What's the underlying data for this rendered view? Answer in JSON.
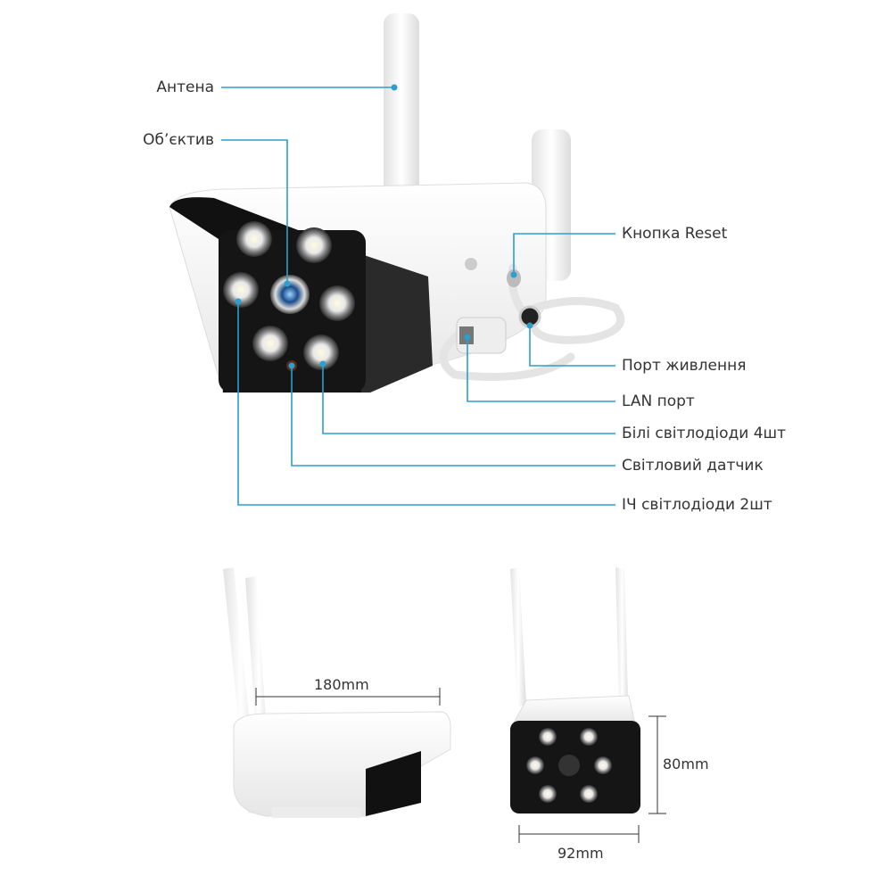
{
  "colors": {
    "leader": "#2a9fd0",
    "body": "#f4f4f4",
    "face": "#151515"
  },
  "callouts": {
    "antenna": "Антена",
    "lens": "Об’єктив",
    "reset": "Кнопка Reset",
    "power": "Порт живлення",
    "lan": "LAN порт",
    "white_leds": "Білі світлодіоди 4шт",
    "light_sensor": "Світловий датчик",
    "ir_leds": "ІЧ світлодіоди 2шт"
  },
  "dimensions": {
    "length": "180mm",
    "height": "80mm",
    "width": "92mm"
  }
}
